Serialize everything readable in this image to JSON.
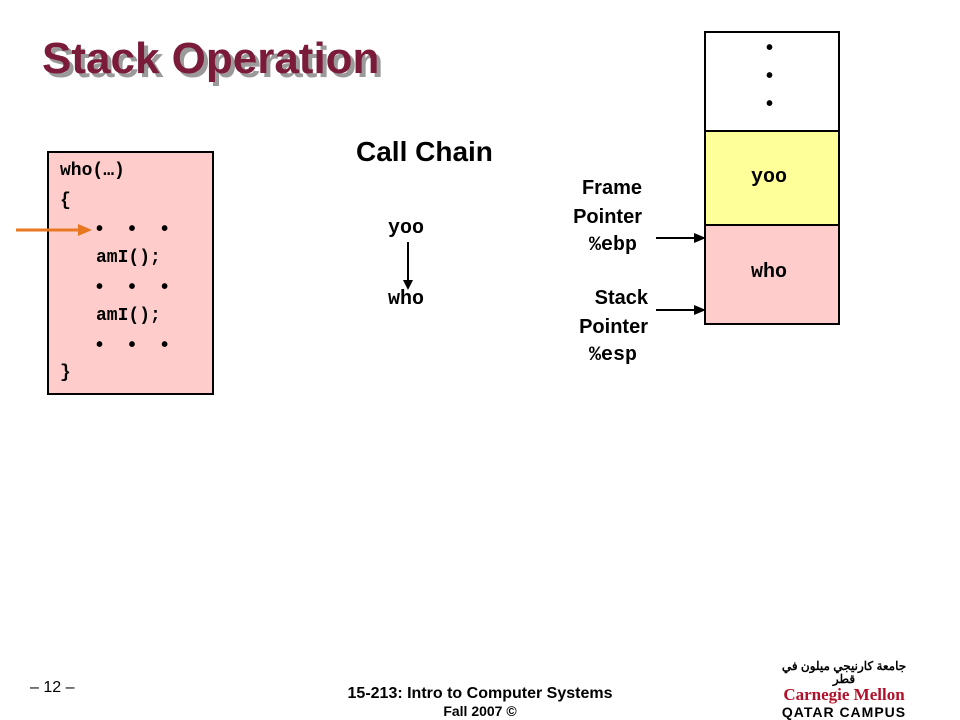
{
  "slide": {
    "title": "Stack Operation",
    "page_number": "– 12 –",
    "footer_line1": "15-213: Intro to Computer Systems",
    "footer_line2": "Fall 2007 ©",
    "logo_text": {
      "arabic": "جامعة كارنيجي ميلون في قطر",
      "name": "Carnegie Mellon",
      "campus": "QATAR CAMPUS"
    }
  },
  "code": {
    "header": "who(…)",
    "open_brace": "{",
    "ellipsis": "• • •",
    "call1": "amI();",
    "call2": "amI();",
    "close_brace": "}"
  },
  "call_chain": {
    "title": "Call Chain",
    "caller": "yoo",
    "callee": "who"
  },
  "stack": {
    "top_dots": "•",
    "frame_yoo": "yoo",
    "frame_who": "who",
    "frame_pointer_label_1": "Frame",
    "frame_pointer_label_2": "Pointer",
    "frame_pointer_reg": "%ebp",
    "stack_pointer_label_1": "Stack",
    "stack_pointer_label_2": "Pointer",
    "stack_pointer_reg": "%esp"
  },
  "colors": {
    "title": "#7b1b3a",
    "code_box": "#ffcccc",
    "yoo_frame": "#ffff99",
    "who_frame": "#ffcccc",
    "pointer_arrow": "#e87722"
  }
}
